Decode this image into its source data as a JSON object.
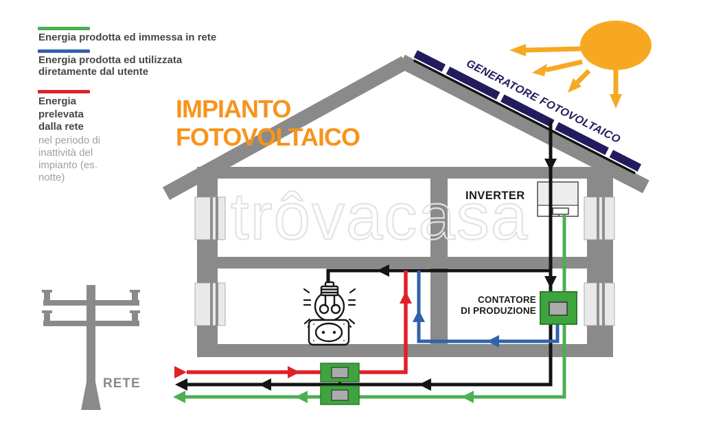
{
  "colors": {
    "orange": "#F7941D",
    "sun": "#F7A823",
    "navy": "#221C5E",
    "wall": "#8A8A8A",
    "window": "#E9E9E9",
    "green": "#4CAF50",
    "meter-green": "#3EA53E",
    "meter-green-border": "#2C7A2C",
    "blue": "#2F62AD",
    "red": "#E02128",
    "black": "#141414",
    "text-dark": "#474747",
    "text-gray": "#A0A0A0",
    "watermark": "#E3E3E3"
  },
  "legend": {
    "items": [
      {
        "label": "Energia prodotta ed immessa in rete"
      },
      {
        "label": "Energia prodotta ed utilizzata diretamente dal utente"
      },
      {
        "label": "Energia prelevata dalla rete",
        "sublabel": "nel periodo di inattività del impianto (es. notte)"
      }
    ]
  },
  "title": {
    "line1": "IMPIANTO",
    "line2": "FOTOVOLTAICO"
  },
  "diagram": {
    "generator_label": "GENERATORE FOTOVOLTAICO",
    "inverter_label": "INVERTER",
    "production_meter_label_line1": "CONTATORE",
    "production_meter_label_line2": "DI PRODUZIONE",
    "grid_label": "RETE",
    "watermark": "trôvacasa"
  }
}
